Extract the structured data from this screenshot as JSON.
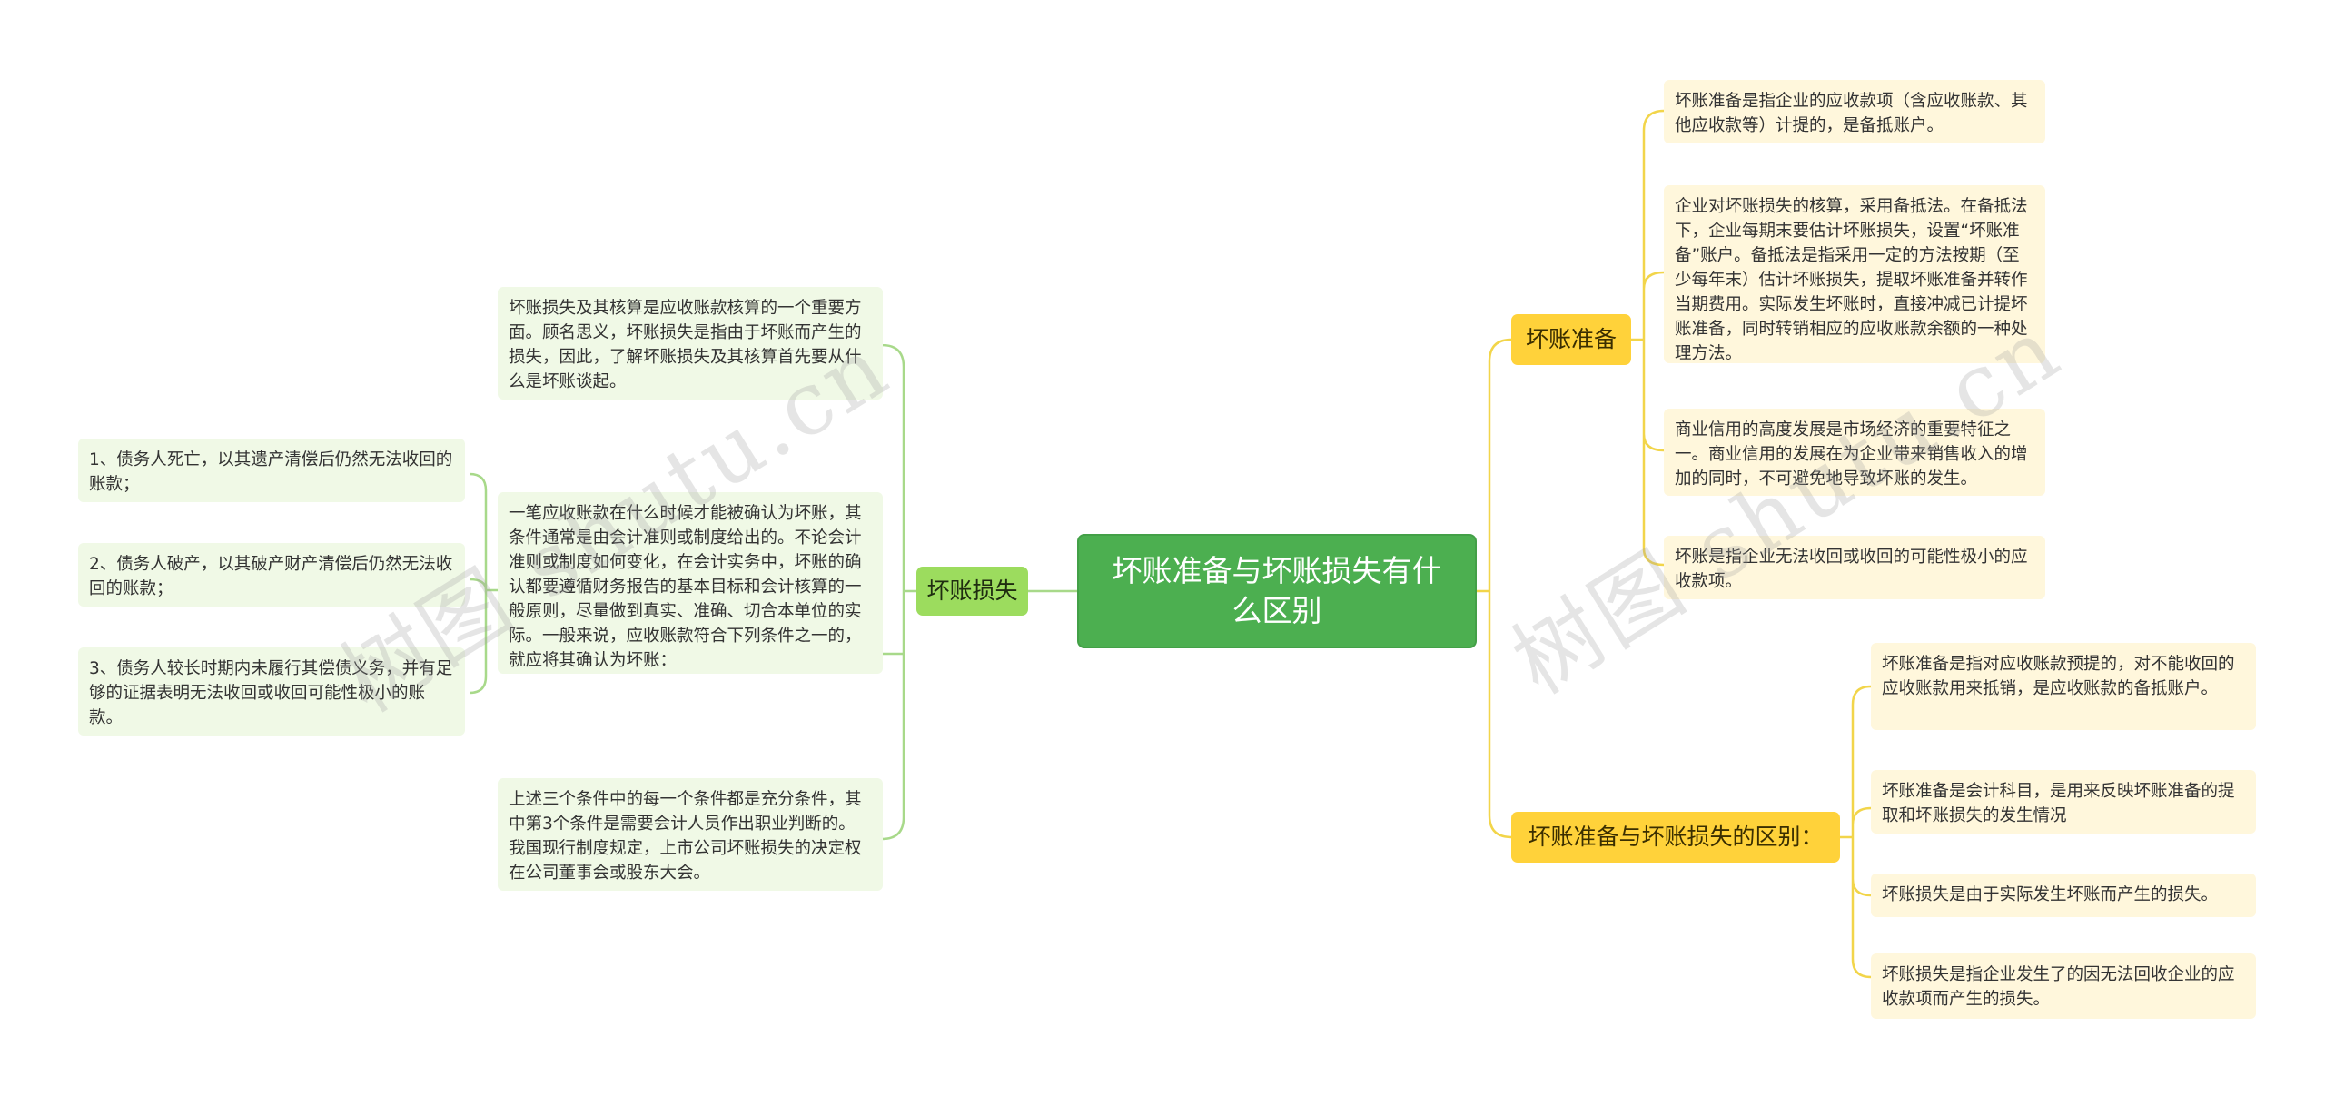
{
  "root": {
    "label": "坏账准备与坏账损失有什么区别"
  },
  "branches": {
    "loss": {
      "label": "坏账损失",
      "leaves": [
        "坏账损失及其核算是应收账款核算的一个重要方面。顾名思义，坏账损失是指由于坏账而产生的损失，因此，了解坏账损失及其核算首先要从什么是坏账谈起。",
        "一笔应收账款在什么时候才能被确认为坏账，其条件通常是由会计准则或制度给出的。不论会计准则或制度如何变化，在会计实务中，坏账的确认都要遵循财务报告的基本目标和会计核算的一般原则，尽量做到真实、准确、切合本单位的实际。一般来说，应收账款符合下列条件之一的，就应将其确认为坏账：",
        "上述三个条件中的每一个条件都是充分条件，其中第3个条件是需要会计人员作出职业判断的。我国现行制度规定，上市公司坏账损失的决定权在公司董事会或股东大会。"
      ],
      "conditions": [
        "1、债务人死亡，以其遗产清偿后仍然无法收回的账款；",
        "2、债务人破产，以其破产财产清偿后仍然无法收回的账款；",
        "3、债务人较长时期内未履行其偿债义务，并有足够的证据表明无法收回或收回可能性极小的账款。"
      ]
    },
    "provision": {
      "label": "坏账准备",
      "leaves": [
        "坏账准备是指企业的应收款项（含应收账款、其他应收款等）计提的，是备抵账户。",
        "企业对坏账损失的核算，采用备抵法。在备抵法下，企业每期末要估计坏账损失，设置“坏账准备”账户。备抵法是指采用一定的方法按期（至少每年末）估计坏账损失，提取坏账准备并转作当期费用。实际发生坏账时，直接冲减已计提坏账准备，同时转销相应的应收账款余额的一种处理方法。",
        "商业信用的高度发展是市场经济的重要特征之一。商业信用的发展在为企业带来销售收入的增加的同时，不可避免地导致坏账的发生。",
        "坏账是指企业无法收回或收回的可能性极小的应收款项。"
      ]
    },
    "difference": {
      "label": "坏账准备与坏账损失的区别：",
      "leaves": [
        "坏账准备是指对应收账款预提的，对不能收回的应收账款用来抵销，是应收账款的备抵账户。",
        "坏账准备是会计科目，是用来反映坏账准备的提取和坏账损失的发生情况",
        "坏账损失是由于实际发生坏账而产生的损失。",
        "坏账损失是指企业发生了的因无法回收企业的应收款项而产生的损失。"
      ]
    }
  },
  "watermark": [
    "树图 shutu.cn",
    "树图 shutu.cn"
  ],
  "colors": {
    "root": "#4caf50",
    "green_branch": "#9cdc5e",
    "green_leaf": "#f0f9e6",
    "green_line": "#a8d98a",
    "yellow_branch": "#ffd23a",
    "yellow_leaf": "#fff7dc",
    "yellow_line": "#f2d54a"
  }
}
